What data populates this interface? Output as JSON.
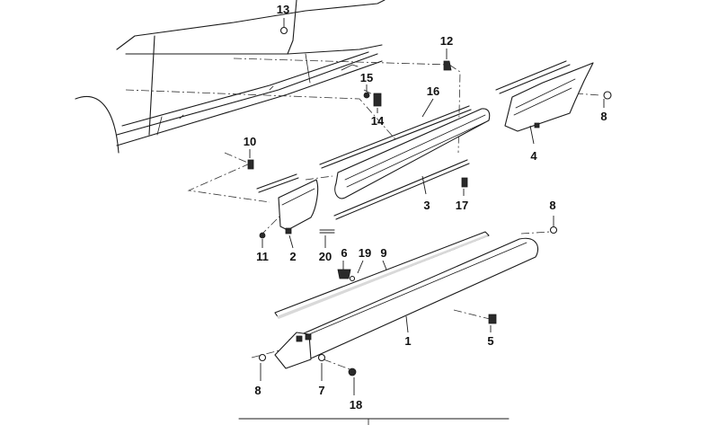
{
  "diagram": {
    "callouts": [
      {
        "id": "c13",
        "label": "13"
      },
      {
        "id": "c12",
        "label": "12"
      },
      {
        "id": "c15",
        "label": "15"
      },
      {
        "id": "c16",
        "label": "16"
      },
      {
        "id": "c14",
        "label": "14"
      },
      {
        "id": "c8a",
        "label": "8"
      },
      {
        "id": "c10",
        "label": "10"
      },
      {
        "id": "c4",
        "label": "4"
      },
      {
        "id": "c3",
        "label": "3"
      },
      {
        "id": "c17",
        "label": "17"
      },
      {
        "id": "c8b",
        "label": "8"
      },
      {
        "id": "c11",
        "label": "11"
      },
      {
        "id": "c2",
        "label": "2"
      },
      {
        "id": "c20",
        "label": "20"
      },
      {
        "id": "c6",
        "label": "6"
      },
      {
        "id": "c19",
        "label": "19"
      },
      {
        "id": "c9",
        "label": "9"
      },
      {
        "id": "c1",
        "label": "1"
      },
      {
        "id": "c5",
        "label": "5"
      },
      {
        "id": "c8c",
        "label": "8"
      },
      {
        "id": "c7",
        "label": "7"
      },
      {
        "id": "c18",
        "label": "18"
      }
    ]
  }
}
